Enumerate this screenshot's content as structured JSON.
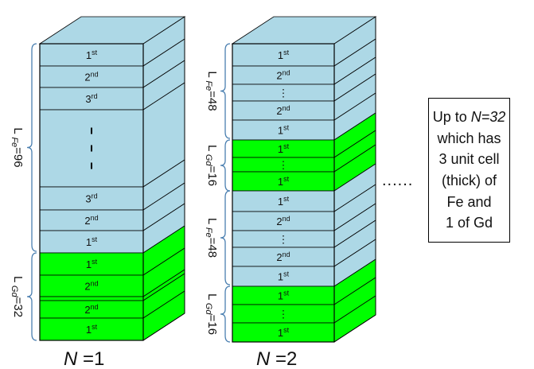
{
  "stacks": [
    {
      "id": "n1",
      "caption_var": "N",
      "caption_rest": " =1",
      "layers": [
        {
          "text": "1",
          "sup": "st",
          "material": "Fe"
        },
        {
          "text": "2",
          "sup": "nd",
          "material": "Fe"
        },
        {
          "text": "3",
          "sup": "rd",
          "material": "Fe"
        },
        {
          "text": "",
          "sup": "",
          "material": "Fe",
          "ellipsis": true
        },
        {
          "text": "3",
          "sup": "rd",
          "material": "Fe"
        },
        {
          "text": "2",
          "sup": "nd",
          "material": "Fe"
        },
        {
          "text": "1",
          "sup": "st",
          "material": "Fe"
        },
        {
          "text": "1",
          "sup": "st",
          "material": "Gd"
        },
        {
          "text": "2",
          "sup": "nd",
          "material": "Gd"
        },
        {
          "text": "......",
          "sup": "",
          "material": "Gd"
        },
        {
          "text": "2",
          "sup": "nd",
          "material": "Gd"
        },
        {
          "text": "1",
          "sup": "st",
          "material": "Gd"
        }
      ],
      "braces": [
        {
          "prefix": "L",
          "sub": "Fe",
          "suffix": "=96"
        },
        {
          "prefix": "L",
          "sub": "Gd",
          "suffix": "=32"
        }
      ]
    },
    {
      "id": "n2",
      "caption_var": "N",
      "caption_rest": " =2",
      "layers": [
        {
          "text": "1",
          "sup": "st",
          "material": "Fe"
        },
        {
          "text": "2",
          "sup": "nd",
          "material": "Fe"
        },
        {
          "text": "⋮",
          "sup": "",
          "material": "Fe"
        },
        {
          "text": "2",
          "sup": "nd",
          "material": "Fe"
        },
        {
          "text": "1",
          "sup": "st",
          "material": "Fe"
        },
        {
          "text": "1",
          "sup": "st",
          "material": "Gd"
        },
        {
          "text": "⋮",
          "sup": "",
          "material": "Gd"
        },
        {
          "text": "1",
          "sup": "st",
          "material": "Gd"
        },
        {
          "text": "1",
          "sup": "st",
          "material": "Fe"
        },
        {
          "text": "2",
          "sup": "nd",
          "material": "Fe"
        },
        {
          "text": "⋮",
          "sup": "",
          "material": "Fe"
        },
        {
          "text": "2",
          "sup": "nd",
          "material": "Fe"
        },
        {
          "text": "1",
          "sup": "st",
          "material": "Fe"
        },
        {
          "text": "1",
          "sup": "st",
          "material": "Gd"
        },
        {
          "text": "⋮",
          "sup": "",
          "material": "Gd"
        },
        {
          "text": "1",
          "sup": "st",
          "material": "Gd"
        }
      ],
      "braces": [
        {
          "prefix": "L",
          "sub": "Fe",
          "suffix": "=48"
        },
        {
          "prefix": "L",
          "sub": "Gd",
          "suffix": "=16"
        },
        {
          "prefix": "L",
          "sub": "Fe",
          "suffix": "=48"
        },
        {
          "prefix": "L",
          "sub": "Gd",
          "suffix": "=16"
        }
      ]
    }
  ],
  "ellipsis_between": "......",
  "note": {
    "line1_prefix": "Up to ",
    "line1_var": "N=32",
    "line2": "which has",
    "line3": "3 unit cell",
    "line4": "(thick) of",
    "line5": "Fe and",
    "line6": "1 of Gd"
  },
  "colors": {
    "fe": "#add8e6",
    "gd": "#00ff00",
    "top_face": "#add8e6",
    "side_fe": "#add8e6",
    "side_gd": "#00ff00",
    "outline": "#000000"
  }
}
